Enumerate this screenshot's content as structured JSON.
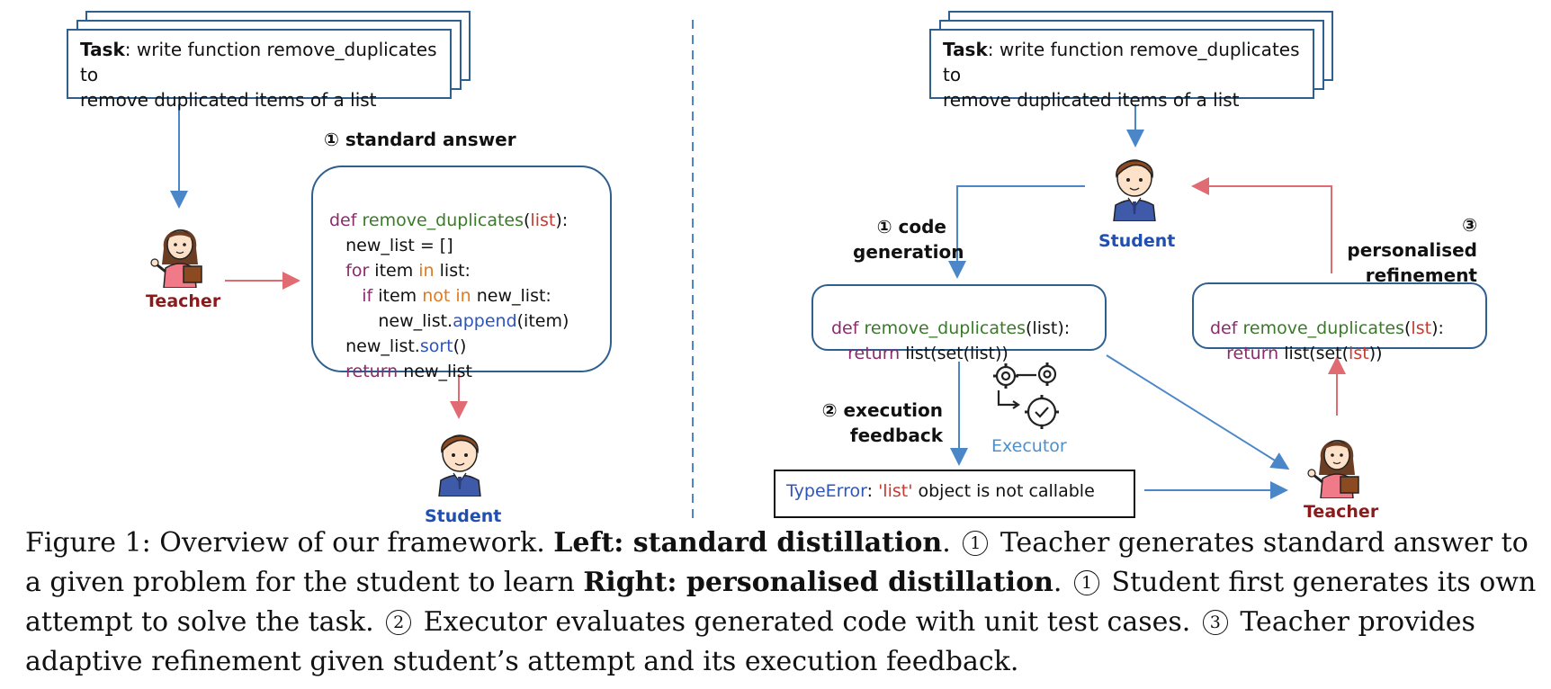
{
  "left": {
    "task": {
      "prefix": "Task",
      "rest": ": write function remove_duplicates to",
      "line2": "remove duplicated items of a list"
    },
    "step_label": "① standard answer",
    "code": {
      "l1_kw": "def",
      "l1_fn": "remove_duplicates",
      "l1_p1": "(",
      "l1_arg": "list",
      "l1_p2": "):",
      "l2": "new_list = []",
      "l3_kw": "for",
      "l3_a": " item ",
      "l3_op": "in",
      "l3_b": " list:",
      "l4_kw": "if",
      "l4_a": " item ",
      "l4_op": "not in",
      "l4_b": " new_list:",
      "l5_a": "new_list.",
      "l5_mt": "append",
      "l5_b": "(item)",
      "l6_a": "new_list.",
      "l6_mt": "sort",
      "l6_b": "()",
      "l7_kw": "return",
      "l7_b": " new_list"
    },
    "teacher": "Teacher",
    "student": "Student"
  },
  "right": {
    "task": {
      "prefix": "Task",
      "rest": ": write function remove_duplicates to",
      "line2": "remove duplicated items of a list"
    },
    "student": "Student",
    "teacher": "Teacher",
    "step1": {
      "line1": "① code",
      "line2": "generation"
    },
    "step2": {
      "line1": "② execution",
      "line2": "feedback"
    },
    "step3": {
      "line1": "③ personalised",
      "line2": "refinement"
    },
    "student_code": {
      "l1_kw": "def",
      "l1_fn": "remove_duplicates",
      "l1_b": "(list):",
      "l2_kw": "return",
      "l2_b": " list(set(list))"
    },
    "refined_code": {
      "l1_kw": "def",
      "l1_fn": "remove_duplicates",
      "l1_p1": "(",
      "l1_arg": "lst",
      "l1_p2": "):",
      "l2_kw": "return",
      "l2_a": " list(set(",
      "l2_arg": "lst",
      "l2_b": "))"
    },
    "executor": "Executor",
    "error": {
      "type": "TypeError",
      "colon": ": ",
      "quoted": "'list'",
      "rest": " object is not callable"
    }
  },
  "caption": {
    "fig": "Figure 1: Overview of our framework. ",
    "left_bold": "Left: standard distillation",
    "dot1": ". ",
    "n1": "1",
    "c1": " Teacher generates standard answer to a given problem for the student to learn ",
    "right_bold": "Right: personalised distillation",
    "dot2": ". ",
    "n2": "1",
    "c2": " Student first generates its own attempt to solve the task. ",
    "n3": "2",
    "c3": " Executor evaluates generated code with unit test cases. ",
    "n4": "3",
    "c4": " Teacher provides adaptive refinement given student’s attempt and its execution feedback."
  },
  "colors": {
    "blue_arrow": "#4a86c8",
    "red_arrow": "#e06b72",
    "box_border": "#2e5f8f"
  },
  "icons": [
    "teacher-icon",
    "student-icon",
    "gears-icon",
    "arrow-icon"
  ]
}
